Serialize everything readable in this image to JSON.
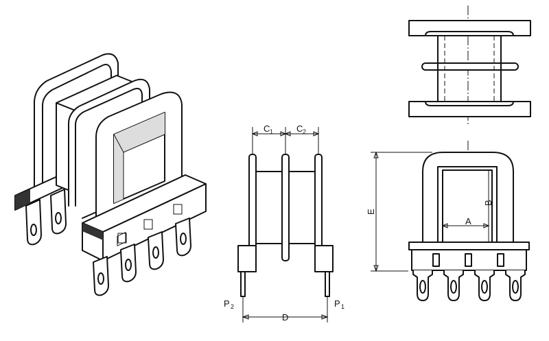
{
  "labels": {
    "c1": "C",
    "c1_sub": "1",
    "c2": "C",
    "c2_sub": "2",
    "p1": "P",
    "p1_sub": "1",
    "p2": "P",
    "p2_sub": "2",
    "d": "D",
    "e": "E",
    "a": "A",
    "b": "B"
  },
  "colors": {
    "line": "#111111",
    "background": "#ffffff"
  }
}
